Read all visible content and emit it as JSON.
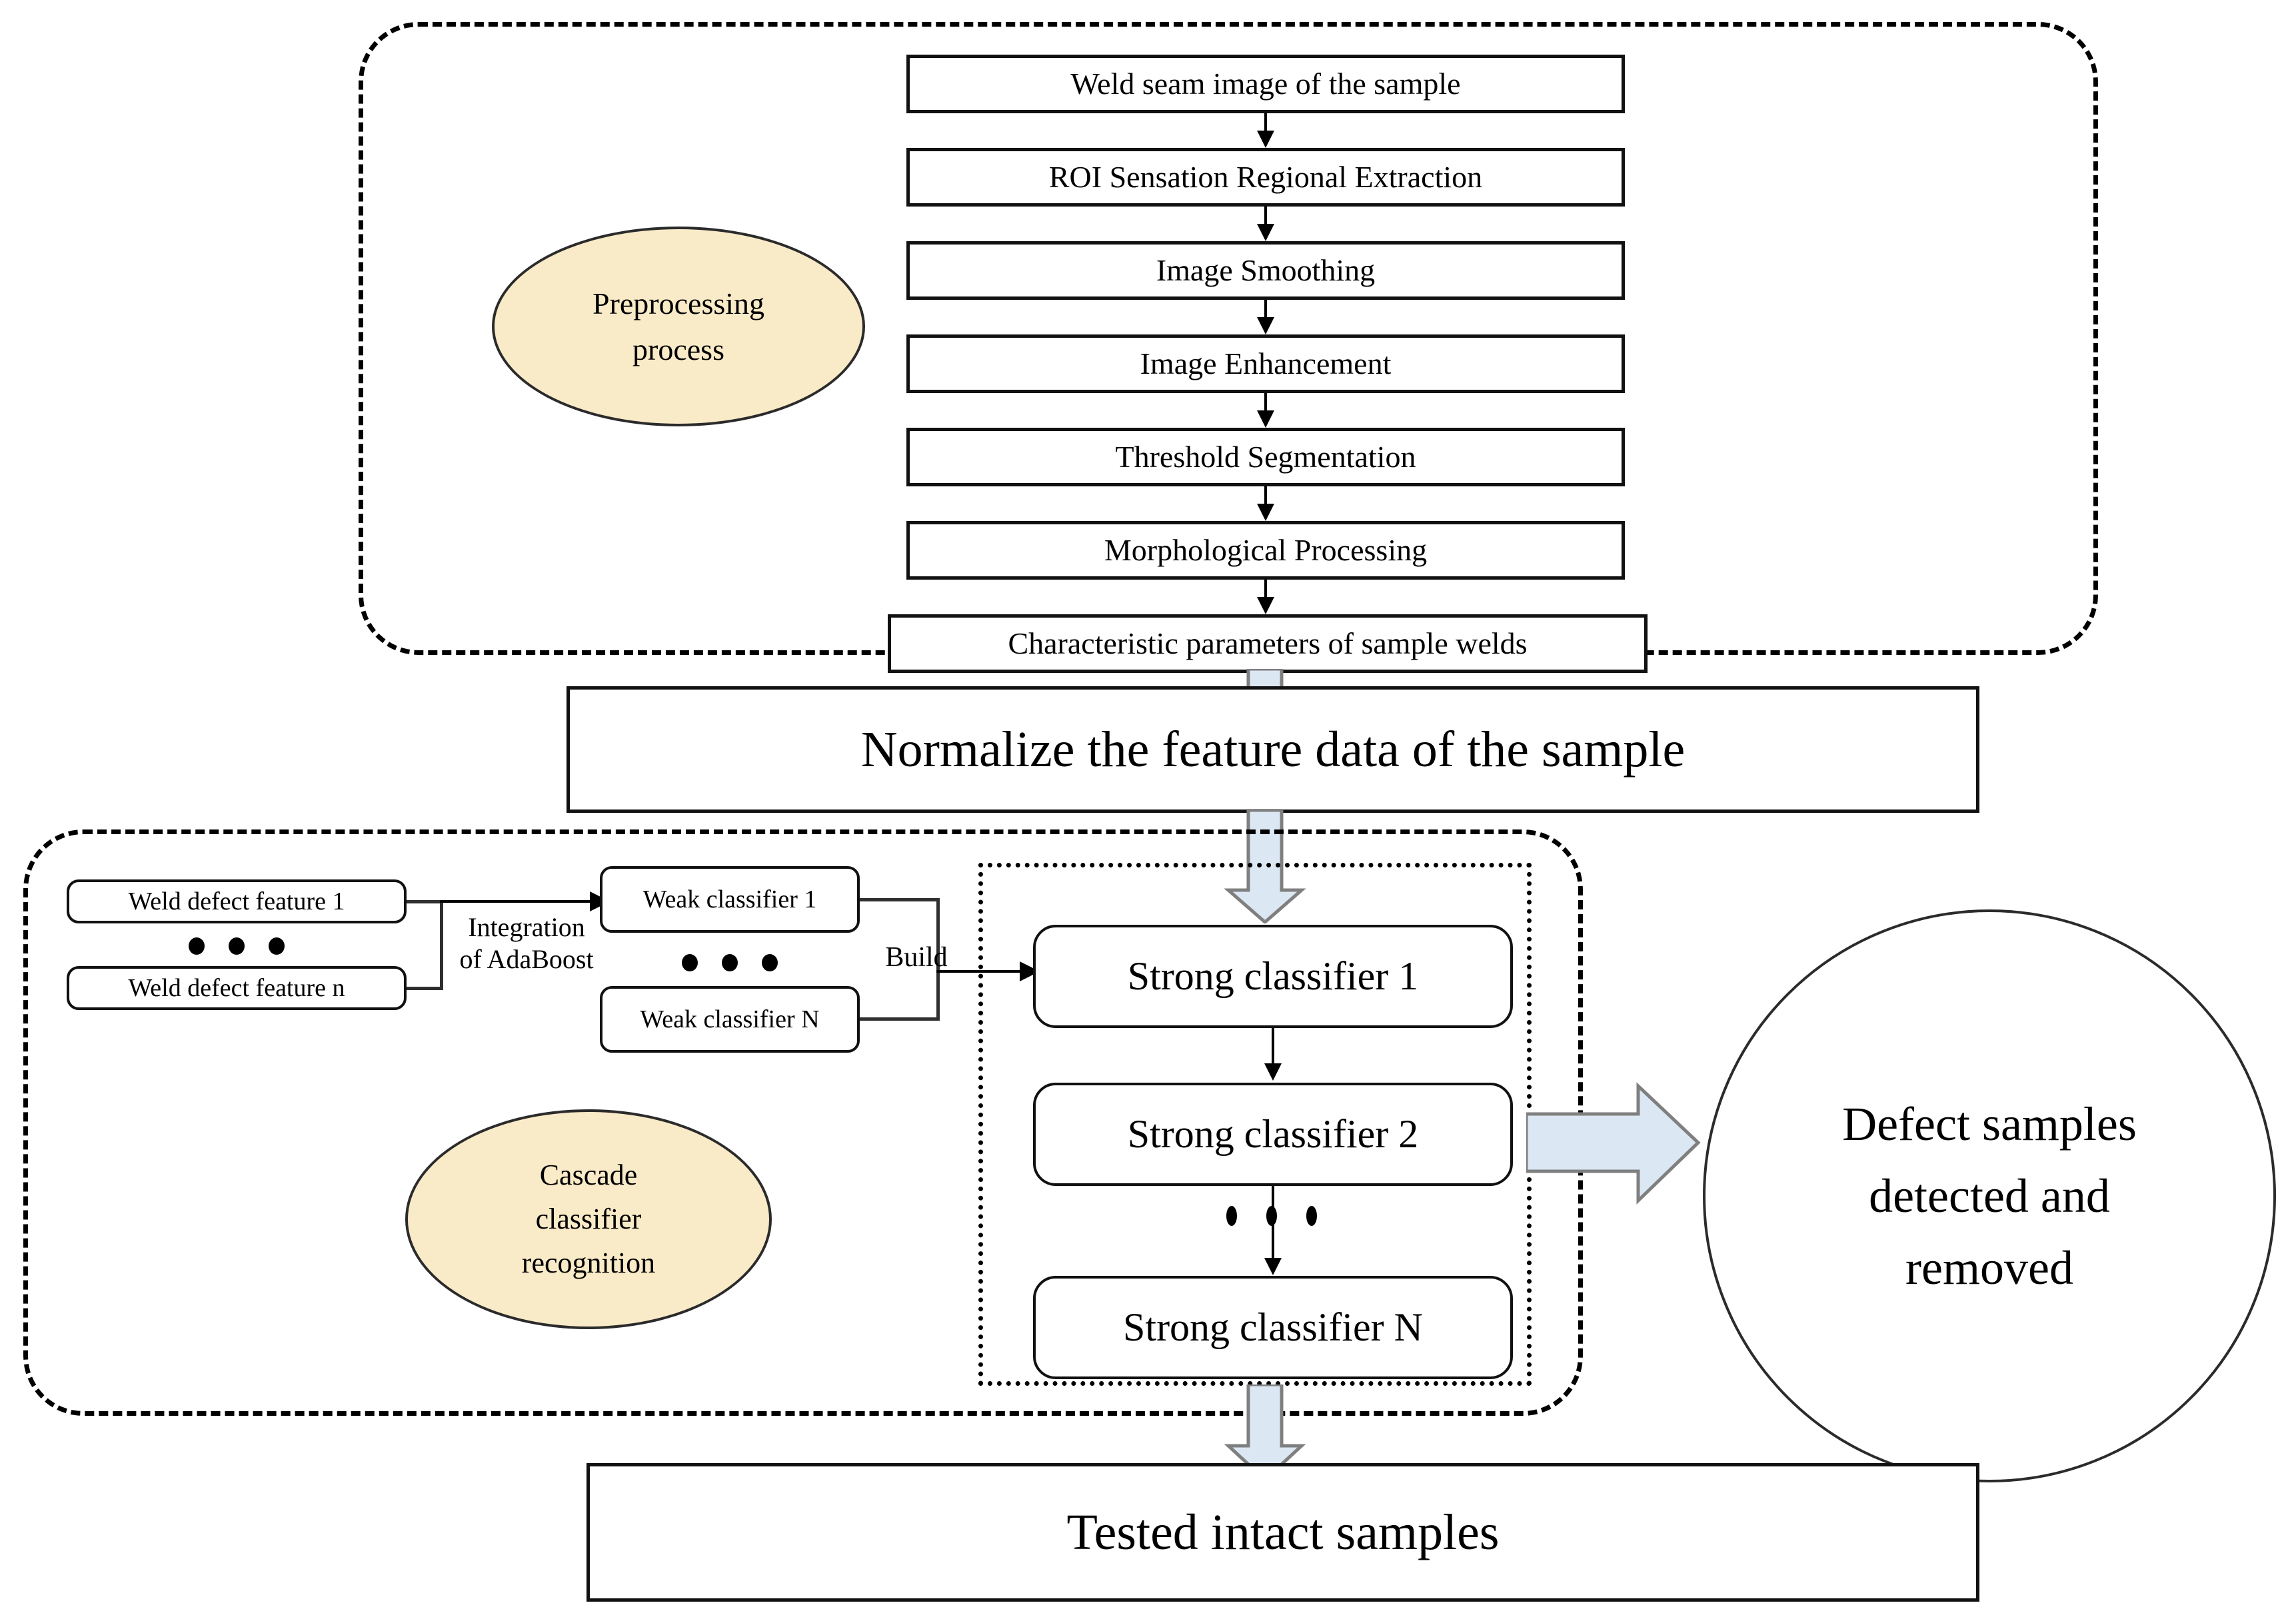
{
  "diagram": {
    "title": "Weld defect detection flowchart",
    "colors": {
      "ellipse_fill": "#FAEBC8",
      "block_arrow_fill": "#DCE7F4",
      "block_arrow_border": "#7F7F7F",
      "line": "#000000",
      "box_border": "#111111"
    }
  },
  "preprocessing": {
    "group_label": "Preprocessing\nprocess",
    "group_label_line1": "Preprocessing",
    "group_label_line2": "process",
    "steps": [
      {
        "label": "Weld seam image of the sample"
      },
      {
        "label": "ROI Sensation Regional Extraction"
      },
      {
        "label": "Image Smoothing"
      },
      {
        "label": "Image Enhancement"
      },
      {
        "label": "Threshold Segmentation"
      },
      {
        "label": "Morphological Processing"
      },
      {
        "label": "Characteristic parameters of sample welds"
      }
    ]
  },
  "normalize": {
    "label": "Normalize the feature data of the sample"
  },
  "cascade": {
    "group_label_line1": "Cascade",
    "group_label_line2": "classifier",
    "group_label_line3": "recognition",
    "features": [
      {
        "label": "Weld defect feature 1"
      },
      {
        "label": "Weld defect feature n"
      }
    ],
    "feature_ellipsis": "• • •",
    "integration_label_line1": "Integration",
    "integration_label_line2": "of AdaBoost",
    "weak_classifiers": [
      {
        "label": "Weak classifier 1"
      },
      {
        "label": "Weak classifier N"
      }
    ],
    "weak_ellipsis": "• • •",
    "build_label": "Build",
    "strong_classifiers": [
      {
        "label": "Strong classifier 1"
      },
      {
        "label": "Strong classifier 2"
      },
      {
        "label": "Strong classifier N"
      }
    ],
    "strong_ellipsis": "• • •"
  },
  "outputs": {
    "defect_ellipse_line1": "Defect samples",
    "defect_ellipse_line2": "detected and",
    "defect_ellipse_line3": "removed",
    "tested_intact": "Tested intact samples"
  }
}
